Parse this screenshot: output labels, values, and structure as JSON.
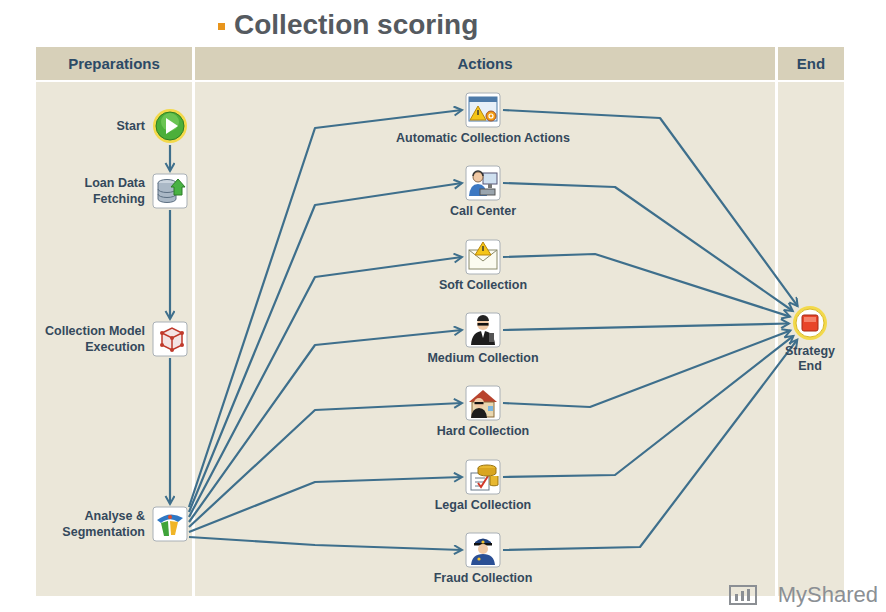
{
  "diagram": {
    "title": "Collection scoring",
    "nodes": [
      {
        "text": [
          "Preparations"
        ]
      },
      {
        "text": [
          "Actions"
        ]
      },
      {
        "text": [
          "End"
        ]
      },
      {
        "text": [
          "Start"
        ]
      },
      {
        "text": [
          "Loan Data Fetching"
        ]
      },
      {
        "text": [
          "Collection Model Execution"
        ]
      },
      {
        "text": [
          "Analyse & Segmentation"
        ]
      },
      {
        "text": [
          "Automatic Collection Actions"
        ]
      },
      {
        "text": [
          "Call Center"
        ]
      },
      {
        "text": [
          "Soft Collection"
        ]
      },
      {
        "text": [
          "Medium Collection"
        ]
      },
      {
        "text": [
          "Hard Collection"
        ]
      },
      {
        "text": [
          "Legal Collection"
        ]
      },
      {
        "text": [
          "Fraud Collection"
        ]
      },
      {
        "text": [
          "Strategy End"
        ]
      }
    ],
    "edges": [
      {
        "from": 3,
        "to": 4,
        "arrow": "to"
      },
      {
        "from": 4,
        "to": 5,
        "arrow": "to"
      },
      {
        "from": 5,
        "to": 6,
        "arrow": "to"
      },
      {
        "from": 6,
        "to": 7,
        "arrow": "to"
      },
      {
        "from": 6,
        "to": 8,
        "arrow": "to"
      },
      {
        "from": 6,
        "to": 9,
        "arrow": "to"
      },
      {
        "from": 6,
        "to": 10,
        "arrow": "to"
      },
      {
        "from": 6,
        "to": 11,
        "arrow": "to"
      },
      {
        "from": 6,
        "to": 12,
        "arrow": "to"
      },
      {
        "from": 6,
        "to": 13,
        "arrow": "to"
      },
      {
        "from": 7,
        "to": 14,
        "arrow": "to"
      },
      {
        "from": 8,
        "to": 14,
        "arrow": "to"
      },
      {
        "from": 9,
        "to": 14,
        "arrow": "to"
      },
      {
        "from": 10,
        "to": 14,
        "arrow": "to"
      },
      {
        "from": 11,
        "to": 14,
        "arrow": "to"
      },
      {
        "from": 12,
        "to": 14,
        "arrow": "to"
      },
      {
        "from": 13,
        "to": 14,
        "arrow": "to"
      }
    ],
    "labels": [
      "MyShared"
    ]
  }
}
